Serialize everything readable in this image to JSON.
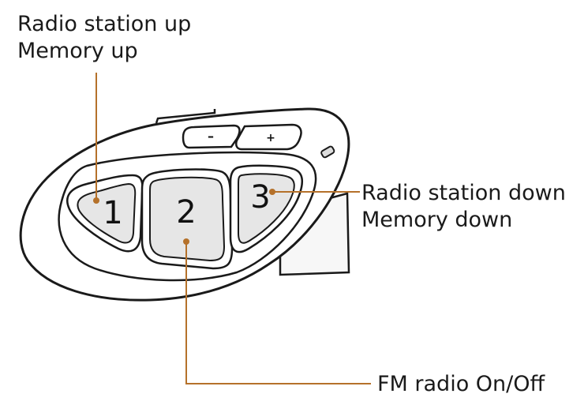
{
  "labels": {
    "up_line1": "Radio station up",
    "up_line2": "Memory up",
    "down_line1": "Radio station down",
    "down_line2": "Memory down",
    "fm": "FM radio On/Off"
  },
  "device": {
    "button_1": "1",
    "button_2": "2",
    "button_3": "3",
    "volume_minus": "–",
    "volume_plus": "+"
  },
  "colors": {
    "leader_line": "#b5712a",
    "device_outline": "#1a1a1a",
    "button_fill": "#e6e6e6"
  }
}
